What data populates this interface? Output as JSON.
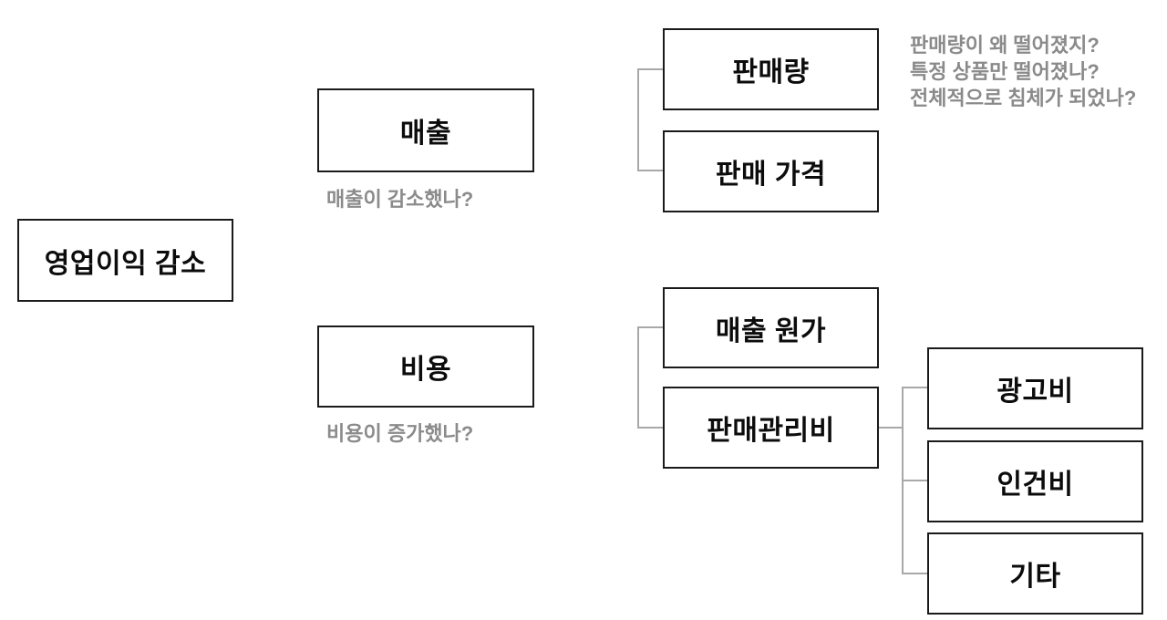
{
  "diagram": {
    "title": "operating-profit-decrease-logic-tree",
    "nodes": {
      "root": {
        "label": "영업이익 감소"
      },
      "revenue": {
        "label": "매출"
      },
      "cost": {
        "label": "비용"
      },
      "sales_volume": {
        "label": "판매량"
      },
      "sales_price": {
        "label": "판매 가격"
      },
      "cogs": {
        "label": "매출 원가"
      },
      "sga": {
        "label": "판매관리비"
      },
      "ad_cost": {
        "label": "광고비"
      },
      "labor_cost": {
        "label": "인건비"
      },
      "etc": {
        "label": "기타"
      }
    },
    "captions": {
      "revenue": "매출이 감소했나?",
      "cost": "비용이 증가했나?"
    },
    "annotation": {
      "line1": "판매량이 왜 떨어졌지?",
      "line2": "특정 상품만 떨어졌나?",
      "line3": "전체적으로 침체가 되었나?"
    },
    "colors": {
      "background": "#ffffff",
      "box_fill": "#ffffff",
      "box_border": "#1a1a1a",
      "box_text": "#0c0c0c",
      "gray_text": "#8b8b8b",
      "connector": "#a8a8a8"
    }
  }
}
